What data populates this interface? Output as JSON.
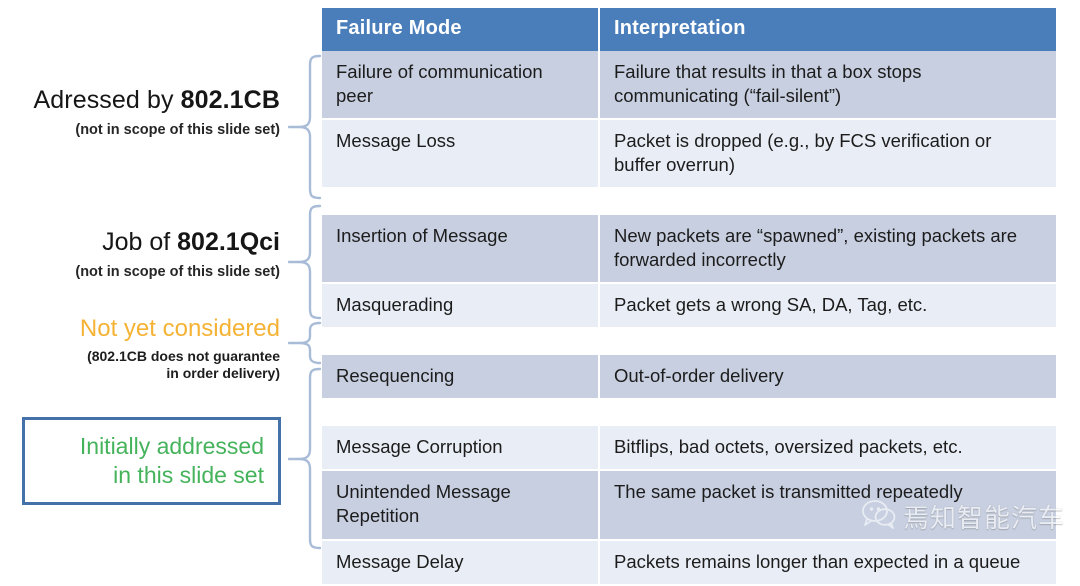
{
  "annotations": [
    {
      "id": "addressed-by-8021cb",
      "line1_prefix": "Adressed by ",
      "line1_strong": "802.1CB",
      "line2": "(not in scope of this slide set)",
      "color": "#161616"
    },
    {
      "id": "job-of-8021qci",
      "line1_prefix": "Job of ",
      "line1_strong": "802.1Qci",
      "line2": "(not in scope of this slide set)",
      "color": "#161616"
    },
    {
      "id": "not-yet-considered",
      "line1": "Not yet considered",
      "line2_a": "(802.1CB does not guarantee",
      "line2_b": "in order delivery)",
      "color": "#f5b335"
    },
    {
      "id": "initially-addressed",
      "line_a": "Initially addressed",
      "line_b": "in this slide set",
      "color": "#45b35b",
      "border_color": "#4472a8"
    }
  ],
  "table": {
    "header": {
      "col1": "Failure Mode",
      "col2": "Interpretation",
      "bg": "#4a7ebb",
      "fg": "#ffffff"
    },
    "groups": [
      {
        "rows": [
          {
            "shade": "a",
            "failure_mode": "Failure of communication peer",
            "interpretation": "Failure that results in that a box stops communicating (“fail-silent”)"
          },
          {
            "shade": "b",
            "failure_mode": "Message Loss",
            "interpretation": "Packet is dropped (e.g., by FCS verification or buffer overrun)"
          }
        ]
      },
      {
        "rows": [
          {
            "shade": "a",
            "failure_mode": "Insertion of Message",
            "interpretation": "New packets are “spawned”, existing packets are forwarded incorrectly"
          },
          {
            "shade": "b",
            "failure_mode": "Masquerading",
            "interpretation": "Packet gets a wrong SA, DA, Tag, etc."
          }
        ]
      },
      {
        "rows": [
          {
            "shade": "a",
            "failure_mode": "Resequencing",
            "interpretation": "Out-of-order delivery"
          }
        ]
      },
      {
        "rows": [
          {
            "shade": "b",
            "failure_mode": "Message Corruption",
            "interpretation": "Bitflips, bad octets, oversized packets, etc."
          },
          {
            "shade": "a",
            "failure_mode": "Unintended Message Repetition",
            "interpretation": "The same packet is transmitted repeatedly"
          },
          {
            "shade": "b",
            "failure_mode": "Message Delay",
            "interpretation": "Packets remains longer than expected in a queue"
          }
        ]
      }
    ]
  },
  "braces": {
    "color": "#a8bcd8",
    "count": 4
  },
  "watermark": {
    "text": "焉知智能汽车",
    "icon": "wechat-icon"
  }
}
